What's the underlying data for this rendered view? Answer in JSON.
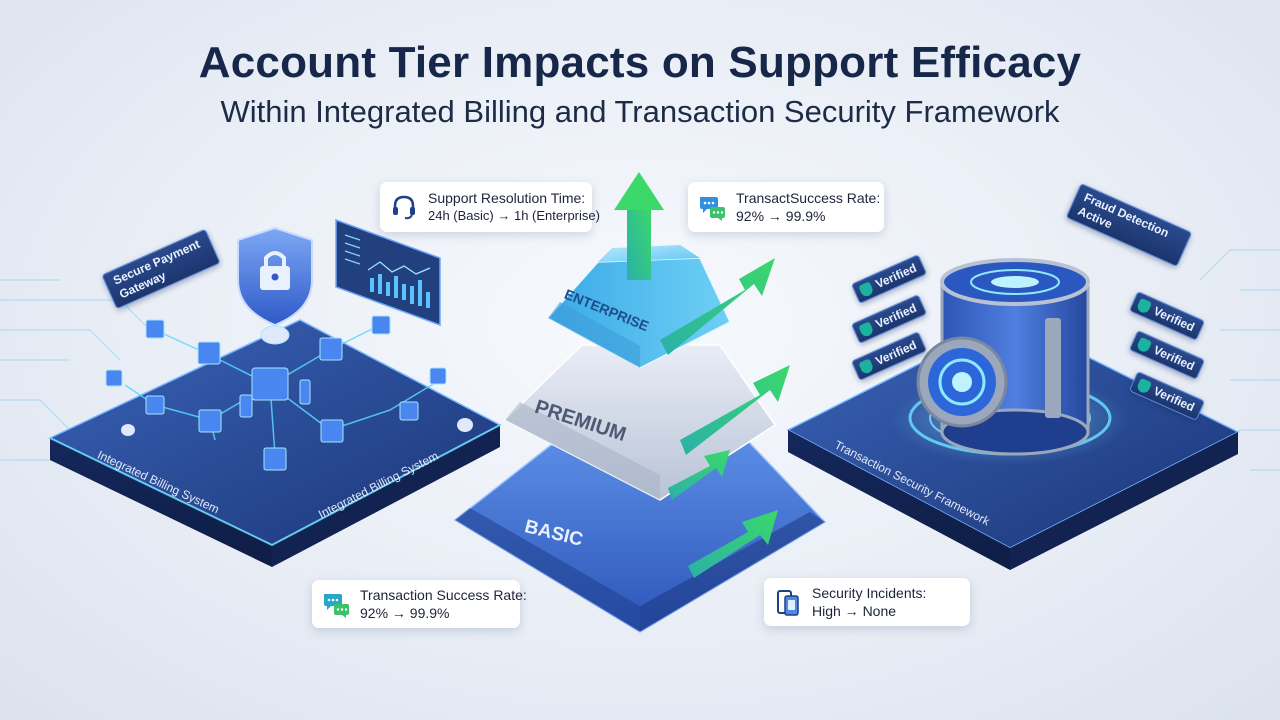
{
  "header": {
    "title": "Account Tier Impacts on Support Efficacy",
    "subtitle": "Within Integrated Billing and Transaction Security Framework"
  },
  "pyramid": {
    "tiers": [
      "ENTERPRISE",
      "PREMIUM",
      "BASIC"
    ]
  },
  "left_platform": {
    "label_a": "Integrated Billing System",
    "label_b": "Integrated Billing System",
    "tag": "Secure Payment Gateway"
  },
  "right_platform": {
    "label": "Transaction Security Framework",
    "alert_tag": "Fraud Detection Active",
    "verified_label": "Verified"
  },
  "callouts": {
    "support_time": {
      "line1": "Support Resolution Time:",
      "line2": "24h (Basic) → 1h (Enterprise)"
    },
    "transact_top": {
      "line1": "TransactSuccess Rate:",
      "line2": "92% → 99.9%"
    },
    "transaction_bottom": {
      "line1": "Transaction Success Rate:",
      "line2": "92% → 99.9%"
    },
    "security": {
      "line1": "Security Incidents:",
      "line2": "High → None"
    }
  },
  "colors": {
    "navy": "#17274a",
    "platform_blue": "#1f3f86",
    "accent_cyan": "#3cd6f0",
    "arrow_green": "#2fc46a",
    "shield_blue": "#3f6fd6"
  }
}
